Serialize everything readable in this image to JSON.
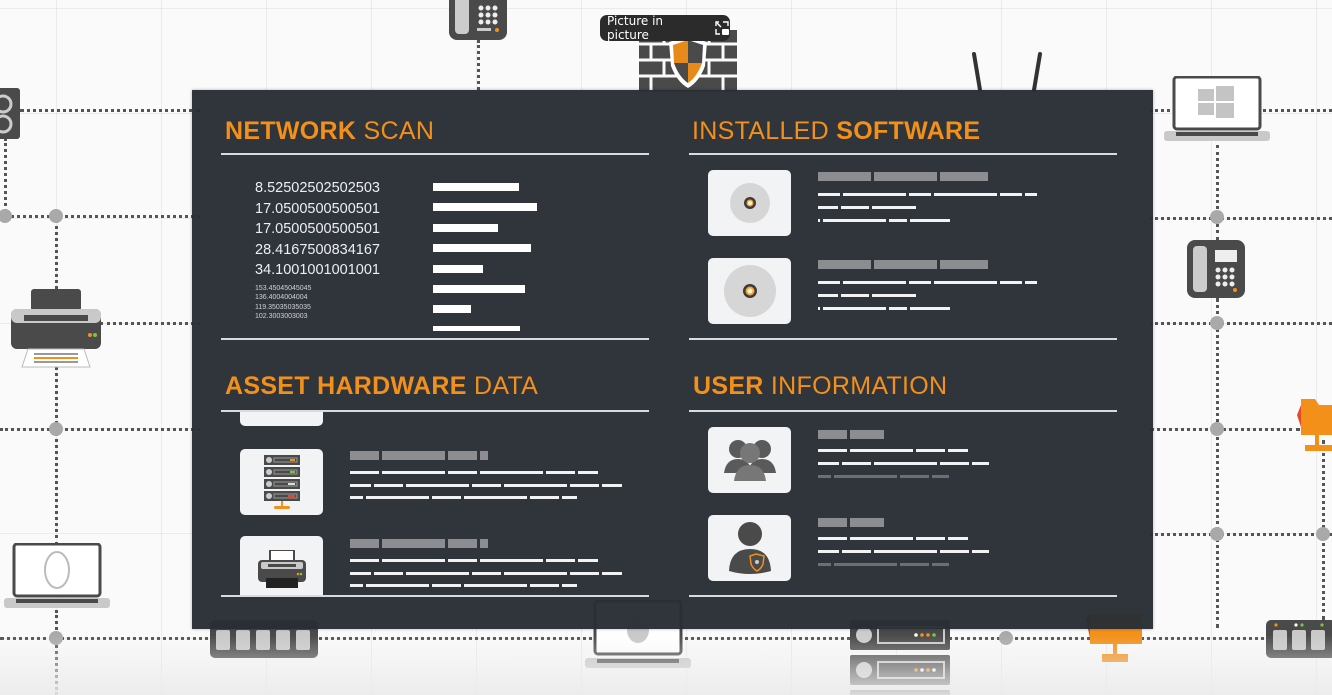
{
  "tooltip": {
    "label": "Picture in picture",
    "icon": "pip-exit-icon"
  },
  "panel": {
    "network_scan": {
      "title_bold": "NETWORK",
      "title_light": "SCAN",
      "values_large": [
        "8.52502502502503",
        "17.0500500500501",
        "17.0500500500501",
        "28.4167500834167",
        "34.1001001001001"
      ],
      "values_small": [
        "153.45045045045",
        "136.4004004004",
        "119.35035035035",
        "102.3003003003"
      ],
      "bar_widths": [
        86,
        104,
        65,
        98,
        50,
        92,
        38,
        87
      ]
    },
    "installed_software": {
      "title_light": "INSTALLED",
      "title_bold": "SOFTWARE",
      "items": [
        {
          "icon": "disc-icon"
        },
        {
          "icon": "disc-icon"
        }
      ]
    },
    "asset_hardware": {
      "title_bold": "ASSET HARDWARE",
      "title_light": "DATA",
      "items": [
        {
          "icon": "server-rack-icon"
        },
        {
          "icon": "printer-icon"
        }
      ]
    },
    "user_information": {
      "title_bold": "USER",
      "title_light": "INFORMATION",
      "items": [
        {
          "icon": "user-group-icon"
        },
        {
          "icon": "admin-user-icon"
        }
      ]
    }
  },
  "colors": {
    "accent": "#f39019",
    "panel_bg": "#292d35",
    "rule": "#d7dbe0",
    "card_bg": "#f2f3f5"
  },
  "background_icons": [
    "speaker-icon",
    "printer-icon",
    "linux-laptop-icon",
    "switch-icon",
    "desk-phone-icon",
    "firewall-icon",
    "router-icon",
    "windows-laptop-icon",
    "desk-phone-icon",
    "network-folder-icon",
    "network-switch-icon",
    "mac-laptop-icon",
    "server-icon"
  ]
}
